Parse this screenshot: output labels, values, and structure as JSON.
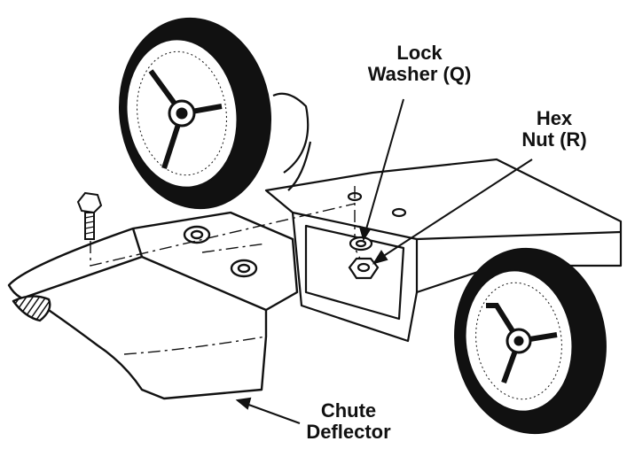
{
  "labels": {
    "lock_washer": {
      "line1": "Lock",
      "line2": "Washer (Q)"
    },
    "hex_nut": {
      "line1": "Hex",
      "line2": "Nut (R)"
    },
    "chute_deflector": {
      "line1": "Chute",
      "line2": "Deflector"
    }
  },
  "colors": {
    "ink": "#111111",
    "paper": "#ffffff"
  }
}
